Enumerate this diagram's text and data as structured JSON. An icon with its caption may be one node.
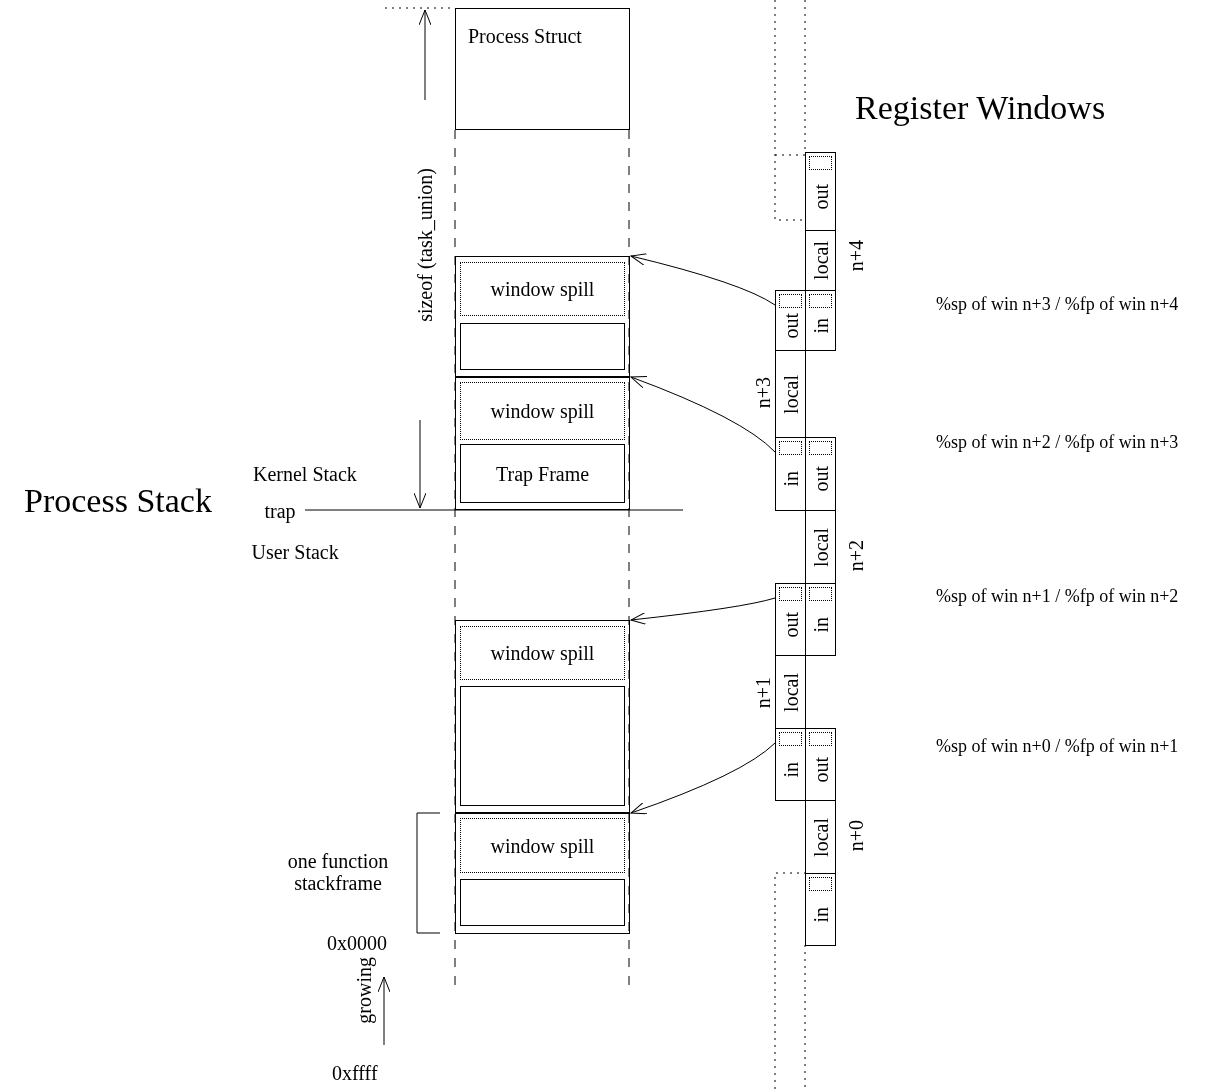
{
  "diagram": {
    "nodes": [
      {
        "text": [
          "Process Struct"
        ]
      },
      {
        "text": [],
        "shape": "box"
      },
      {
        "text": [
          "window spill"
        ],
        "in": 1
      },
      {
        "text": [],
        "shape": "box",
        "in": 1
      },
      {
        "text": [],
        "shape": "box"
      },
      {
        "text": [
          "window spill"
        ],
        "in": 4
      },
      {
        "text": [
          "Trap Frame"
        ],
        "in": 4
      },
      {
        "text": [],
        "shape": "box"
      },
      {
        "text": [
          "window spill"
        ],
        "in": 7
      },
      {
        "text": [],
        "shape": "box",
        "in": 7
      },
      {
        "text": [],
        "shape": "box"
      },
      {
        "text": [
          "window spill"
        ],
        "in": 10
      },
      {
        "text": [],
        "shape": "box",
        "in": 10
      },
      {
        "text": [
          "out"
        ]
      },
      {
        "text": [
          "local"
        ]
      },
      {
        "text": [
          "in"
        ]
      },
      {
        "text": [
          "out"
        ]
      },
      {
        "text": [
          "local"
        ]
      },
      {
        "text": [
          "in"
        ]
      },
      {
        "text": [
          "out"
        ]
      },
      {
        "text": [
          "local"
        ]
      },
      {
        "text": [
          "in"
        ]
      },
      {
        "text": [
          "out"
        ]
      },
      {
        "text": [
          "local"
        ]
      },
      {
        "text": [
          "in"
        ]
      },
      {
        "text": [
          "out"
        ]
      },
      {
        "text": [
          "local"
        ]
      },
      {
        "text": [
          "in"
        ]
      }
    ],
    "edges": [
      {
        "from": 16,
        "to": 1,
        "arrow": "to"
      },
      {
        "from": 18,
        "to": 4,
        "arrow": "to"
      },
      {
        "from": 22,
        "to": 7,
        "arrow": "to"
      },
      {
        "from": 24,
        "to": 10,
        "arrow": "to"
      }
    ],
    "labels": [
      "Register Windows",
      "sizeof (task_union)",
      "n+4",
      "%sp of win n+3 / %fp of win n+4",
      "n+3",
      "%sp of win n+2 / %fp of win n+3",
      "Kernel Stack",
      "Process Stack",
      "trap",
      "User Stack",
      "n+2",
      "%sp of win n+1 / %fp of win n+2",
      "n+1",
      "%sp of win n+0 / %fp of win n+1",
      "n+0",
      "one function stackframe",
      "0x0000",
      "growing",
      "0xffff"
    ]
  }
}
